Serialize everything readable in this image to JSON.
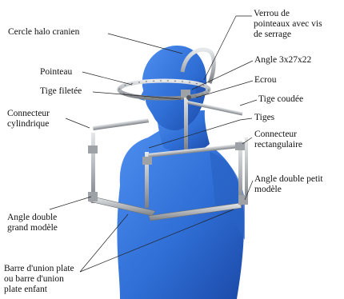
{
  "labels": {
    "cercle_halo": "Cercle halo cranien",
    "verrou": [
      "Verrou de",
      "pointeaux avec vis",
      "de serrage"
    ],
    "angle_3x27x22": "Angle 3x27x22",
    "pointeau": "Pointeau",
    "ecrou": "Ecrou",
    "tige_filetee": "Tige filetée",
    "tige_coudee": "Tige coudée",
    "connecteur_cyl": [
      "Connecteur",
      "cylindrique"
    ],
    "tiges": "Tiges",
    "connecteur_rect": [
      "Connecteur",
      "rectangulaire"
    ],
    "angle_double_petit": [
      "Angle double petit",
      "modèle"
    ],
    "angle_double_grand": [
      "Angle double",
      "grand modèle"
    ],
    "barre_union": [
      "Barre d'union plate",
      "ou barre d'union",
      "plate enfant"
    ]
  },
  "colors": {
    "mannequin": "#2f6fd6",
    "mannequin_shade": "#1d4fae",
    "metal": "#b9bcc0",
    "metal_dark": "#6d7176",
    "leader": "#222222"
  }
}
